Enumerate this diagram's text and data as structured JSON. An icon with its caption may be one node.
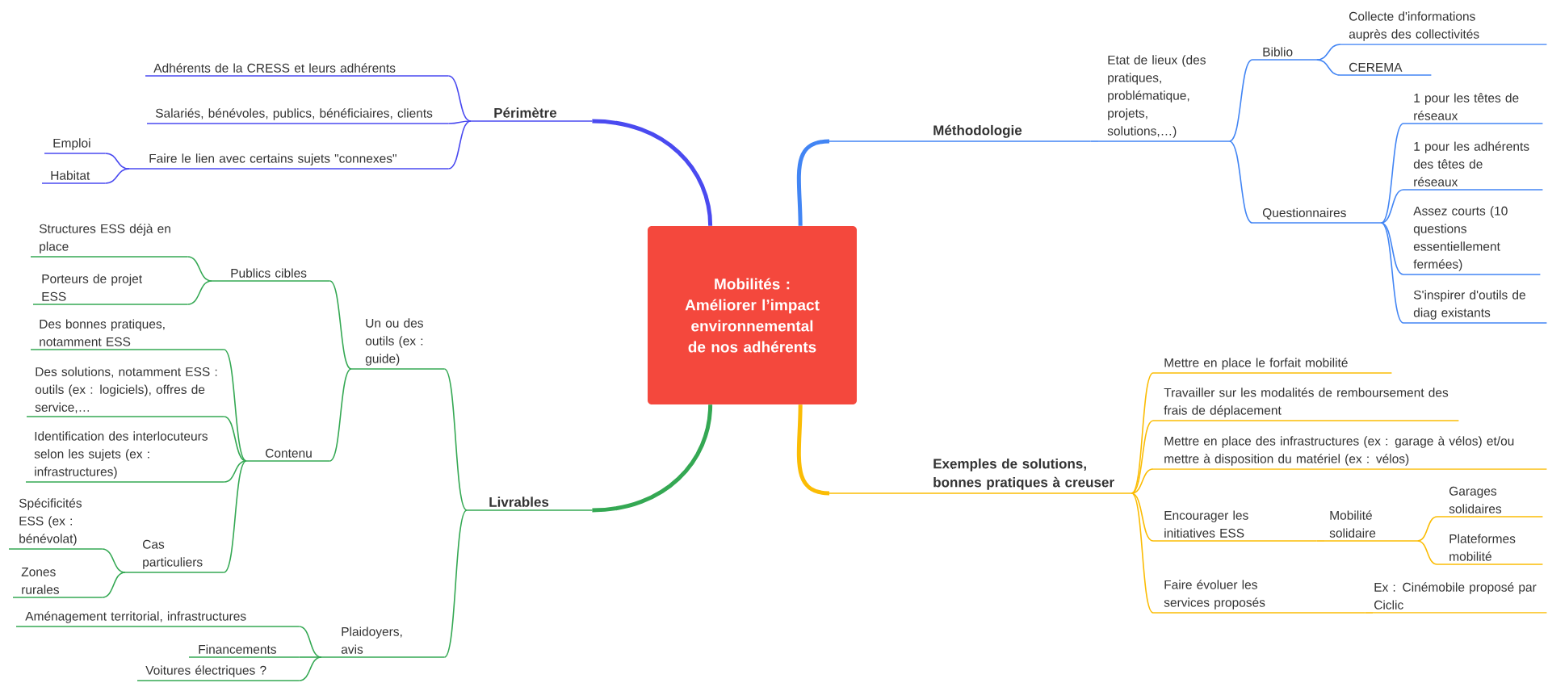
{
  "diagram": {
    "nodes": [
      {
        "text": [
          "Mobilités : Améliorer l’impact environnemental de nos adhérents"
        ]
      },
      {
        "text": [
          "Périmètre"
        ]
      },
      {
        "text": [
          "Adhérents de la CRESS et leurs adhérents"
        ]
      },
      {
        "text": [
          "Salariés, bénévoles, publics, bénéficiaires, clients"
        ]
      },
      {
        "text": [
          "Faire le lien avec certains sujets \"connexes\""
        ]
      },
      {
        "text": [
          "Emploi"
        ]
      },
      {
        "text": [
          "Habitat"
        ]
      },
      {
        "text": [
          "Livrables"
        ]
      },
      {
        "text": [
          "Un ou des outils (ex : guide)"
        ]
      },
      {
        "text": [
          "Publics cibles"
        ]
      },
      {
        "text": [
          "Structures ESS déjà en place"
        ]
      },
      {
        "text": [
          "Porteurs de projet ESS"
        ]
      },
      {
        "text": [
          "Contenu"
        ]
      },
      {
        "text": [
          "Des bonnes pratiques, notamment ESS"
        ]
      },
      {
        "text": [
          "Des solutions, notamment ESS : outils (ex : logiciels), offres de service,…"
        ]
      },
      {
        "text": [
          "Identification des interlocuteurs selon les sujets (ex : infrastructures)"
        ]
      },
      {
        "text": [
          "Cas particuliers"
        ]
      },
      {
        "text": [
          "Spécificités ESS (ex : bénévolat)"
        ]
      },
      {
        "text": [
          "Zones rurales"
        ]
      },
      {
        "text": [
          "Plaidoyers, avis"
        ]
      },
      {
        "text": [
          "Aménagement territorial, infrastructures"
        ]
      },
      {
        "text": [
          "Financements"
        ]
      },
      {
        "text": [
          "Voitures électriques ?"
        ]
      },
      {
        "text": [
          "Méthodologie"
        ]
      },
      {
        "text": [
          "Etat de lieux (des pratiques, problématique, projets, solutions,…)"
        ]
      },
      {
        "text": [
          "Biblio"
        ]
      },
      {
        "text": [
          "Collecte d'informations auprès des collectivités"
        ]
      },
      {
        "text": [
          "CEREMA"
        ]
      },
      {
        "text": [
          "Questionnaires"
        ]
      },
      {
        "text": [
          "1 pour les têtes de réseaux"
        ]
      },
      {
        "text": [
          "1 pour les adhérents des têtes de réseaux"
        ]
      },
      {
        "text": [
          "Assez courts (10 questions essentiellement fermées)"
        ]
      },
      {
        "text": [
          "S'inspirer d'outils de diag existants"
        ]
      },
      {
        "text": [
          "Exemples de solutions, bonnes pratiques à creuser"
        ]
      },
      {
        "text": [
          "Mettre en place le forfait mobilité"
        ]
      },
      {
        "text": [
          "Travailler sur les modalités de remboursement des frais de déplacement"
        ]
      },
      {
        "text": [
          "Mettre en place des infrastructures (ex : garage à vélos) et/ou mettre à disposition du matériel (ex : vélos)"
        ]
      },
      {
        "text": [
          "Encourager les initiatives ESS"
        ]
      },
      {
        "text": [
          "Mobilité solidaire"
        ]
      },
      {
        "text": [
          "Garages solidaires"
        ]
      },
      {
        "text": [
          "Plateformes mobilité"
        ]
      },
      {
        "text": [
          "Faire évoluer les services proposés"
        ]
      },
      {
        "text": [
          "Ex : Cinémobile proposé par Ciclic"
        ]
      }
    ],
    "edges": [
      {
        "from": 0,
        "to": 1,
        "arrow": "none",
        "style": "thick",
        "color": "#4a4af0"
      },
      {
        "from": 1,
        "to": 2,
        "arrow": "none",
        "color": "#4a4af0"
      },
      {
        "from": 1,
        "to": 3,
        "arrow": "none",
        "color": "#4a4af0"
      },
      {
        "from": 1,
        "to": 4,
        "arrow": "none",
        "color": "#4a4af0"
      },
      {
        "from": 4,
        "to": 5,
        "arrow": "none",
        "color": "#4a4af0"
      },
      {
        "from": 4,
        "to": 6,
        "arrow": "none",
        "color": "#4a4af0"
      },
      {
        "from": 0,
        "to": 7,
        "arrow": "none",
        "style": "thick"
      },
      {
        "from": 7,
        "to": 8,
        "arrow": "none"
      },
      {
        "from": 7,
        "to": 19,
        "arrow": "none"
      },
      {
        "from": 8,
        "to": 9,
        "arrow": "none"
      },
      {
        "from": 8,
        "to": 12,
        "arrow": "none"
      },
      {
        "from": 9,
        "to": 10,
        "arrow": "none"
      },
      {
        "from": 9,
        "to": 11,
        "arrow": "none"
      },
      {
        "from": 12,
        "to": 13,
        "arrow": "none"
      },
      {
        "from": 12,
        "to": 14,
        "arrow": "none"
      },
      {
        "from": 12,
        "to": 15,
        "arrow": "none"
      },
      {
        "from": 12,
        "to": 16,
        "arrow": "none"
      },
      {
        "from": 16,
        "to": 17,
        "arrow": "none"
      },
      {
        "from": 16,
        "to": 18,
        "arrow": "none"
      },
      {
        "from": 19,
        "to": 20,
        "arrow": "none"
      },
      {
        "from": 19,
        "to": 21,
        "arrow": "none"
      },
      {
        "from": 19,
        "to": 22,
        "arrow": "none"
      },
      {
        "from": 0,
        "to": 23,
        "arrow": "none",
        "style": "thick",
        "color": "#4285f4"
      },
      {
        "from": 23,
        "to": 24,
        "arrow": "none",
        "color": "#4285f4"
      },
      {
        "from": 24,
        "to": 25,
        "arrow": "none",
        "color": "#4285f4"
      },
      {
        "from": 24,
        "to": 28,
        "arrow": "none",
        "color": "#4285f4"
      },
      {
        "from": 25,
        "to": 26,
        "arrow": "none",
        "color": "#4285f4"
      },
      {
        "from": 25,
        "to": 27,
        "arrow": "none",
        "color": "#4285f4"
      },
      {
        "from": 28,
        "to": 29,
        "arrow": "none",
        "color": "#4285f4"
      },
      {
        "from": 28,
        "to": 30,
        "arrow": "none",
        "color": "#4285f4"
      },
      {
        "from": 28,
        "to": 31,
        "arrow": "none",
        "color": "#4285f4"
      },
      {
        "from": 28,
        "to": 32,
        "arrow": "none",
        "color": "#4285f4"
      },
      {
        "from": 0,
        "to": 33,
        "arrow": "none",
        "style": "thick",
        "color": "#fbbc04"
      },
      {
        "from": 33,
        "to": 34,
        "arrow": "none",
        "color": "#fbbc04"
      },
      {
        "from": 33,
        "to": 35,
        "arrow": "none",
        "color": "#fbbc04"
      },
      {
        "from": 33,
        "to": 36,
        "arrow": "none",
        "color": "#fbbc04"
      },
      {
        "from": 33,
        "to": 37,
        "arrow": "none",
        "color": "#fbbc04"
      },
      {
        "from": 33,
        "to": 41,
        "arrow": "none",
        "color": "#fbbc04"
      },
      {
        "from": 37,
        "to": 38,
        "arrow": "none",
        "color": "#fbbc04"
      },
      {
        "from": 38,
        "to": 39,
        "arrow": "none",
        "color": "#fbbc04"
      },
      {
        "from": 38,
        "to": 40,
        "arrow": "none",
        "color": "#fbbc04"
      },
      {
        "from": 41,
        "to": 42,
        "arrow": "none",
        "color": "#fbbc04"
      }
    ]
  }
}
